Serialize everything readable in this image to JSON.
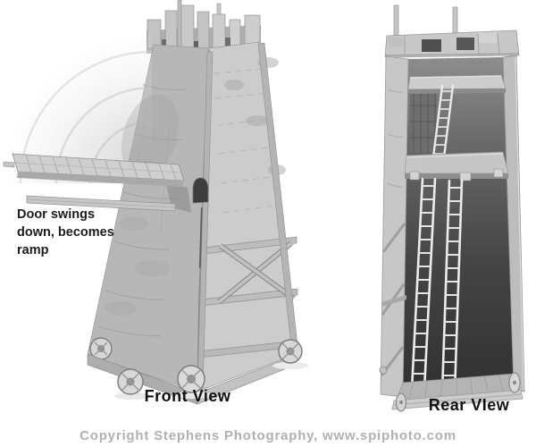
{
  "photo": {
    "annotation": {
      "lines": [
        "Door swings",
        "down, becomes",
        "ramp"
      ]
    },
    "front_view": {
      "label": "Front View"
    },
    "rear_view": {
      "label": "Rear VIew"
    }
  },
  "footer": {
    "copyright": "Copyright Stephens Photography, www.spiphoto.com"
  },
  "colors": {
    "text": "#1c1c1c",
    "copyright_text": "#b0b0b0",
    "tower_light": "#cccccc",
    "tower_shadow": "#b7b7b7",
    "interior_dark": "#3d3d3d",
    "ladder_light": "#ececec",
    "blur_ghost": "#c9c9c9"
  }
}
